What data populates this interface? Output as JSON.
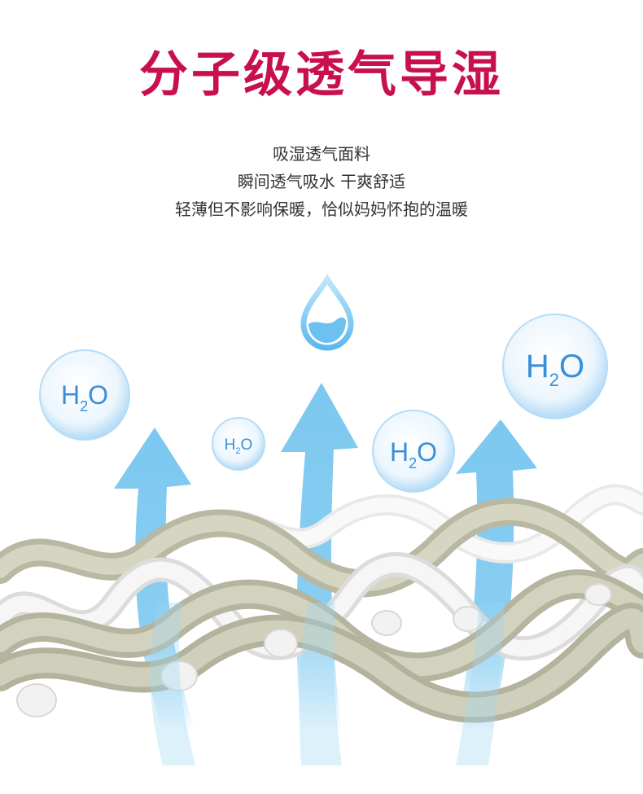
{
  "title": "分子级透气导湿",
  "description": [
    "吸湿透气面料",
    "瞬间透气吸水 干爽舒适",
    "轻薄但不影响保暖，恰似妈妈怀抱的温暖"
  ],
  "molecule": {
    "symbol": "H",
    "subscript": "2",
    "suffix": "O"
  },
  "colors": {
    "title": "#c8104f",
    "text": "#333333",
    "arrow": "#7cc8f0",
    "molecule_text": "#3a8fd8",
    "yarn_beige": "#c9c8b4",
    "yarn_white": "#f3f3f3"
  }
}
